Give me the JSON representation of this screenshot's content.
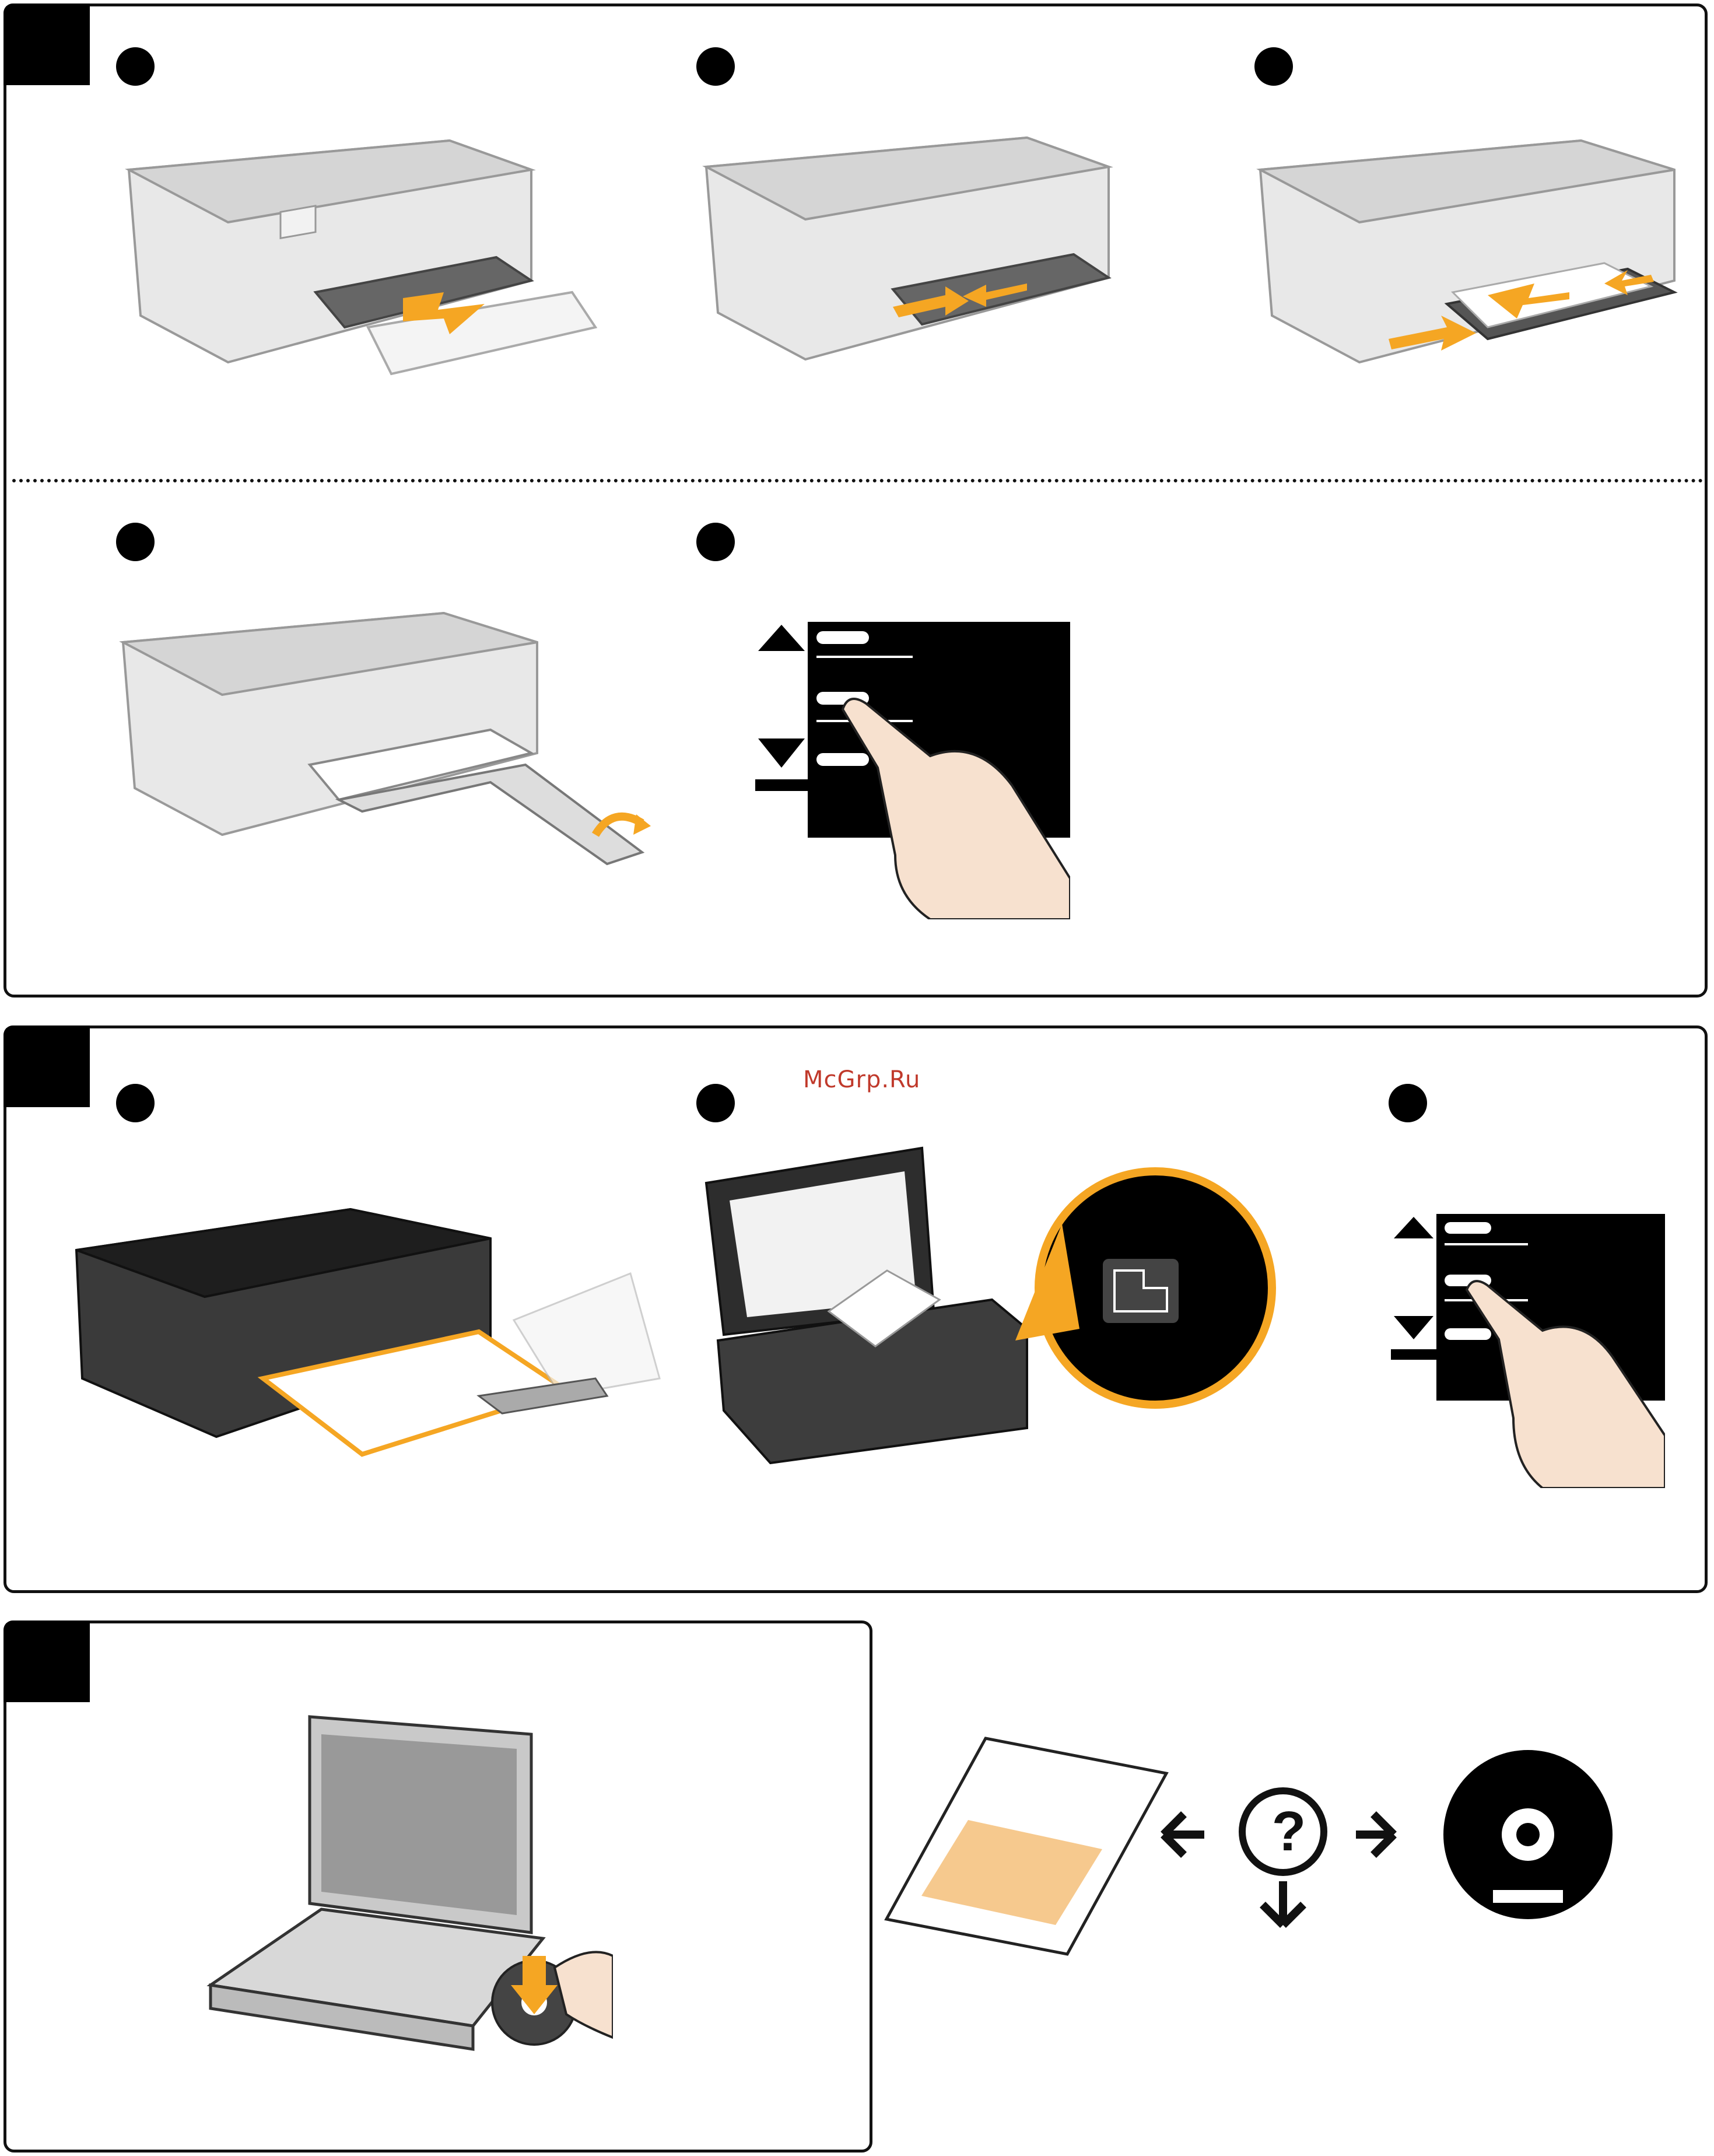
{
  "watermark": "McGrp.Ru",
  "colors": {
    "panel_border": "#111111",
    "accent_arrow": "#f5a623",
    "printer_light": "#e6e6e6",
    "printer_dark": "#3a3a3a",
    "screen_black": "#000000"
  },
  "panels": [
    {
      "id": "A",
      "steps": 5
    },
    {
      "id": "B",
      "steps": 3
    },
    {
      "id": "C",
      "steps": 1
    }
  ],
  "help_symbol": "?"
}
